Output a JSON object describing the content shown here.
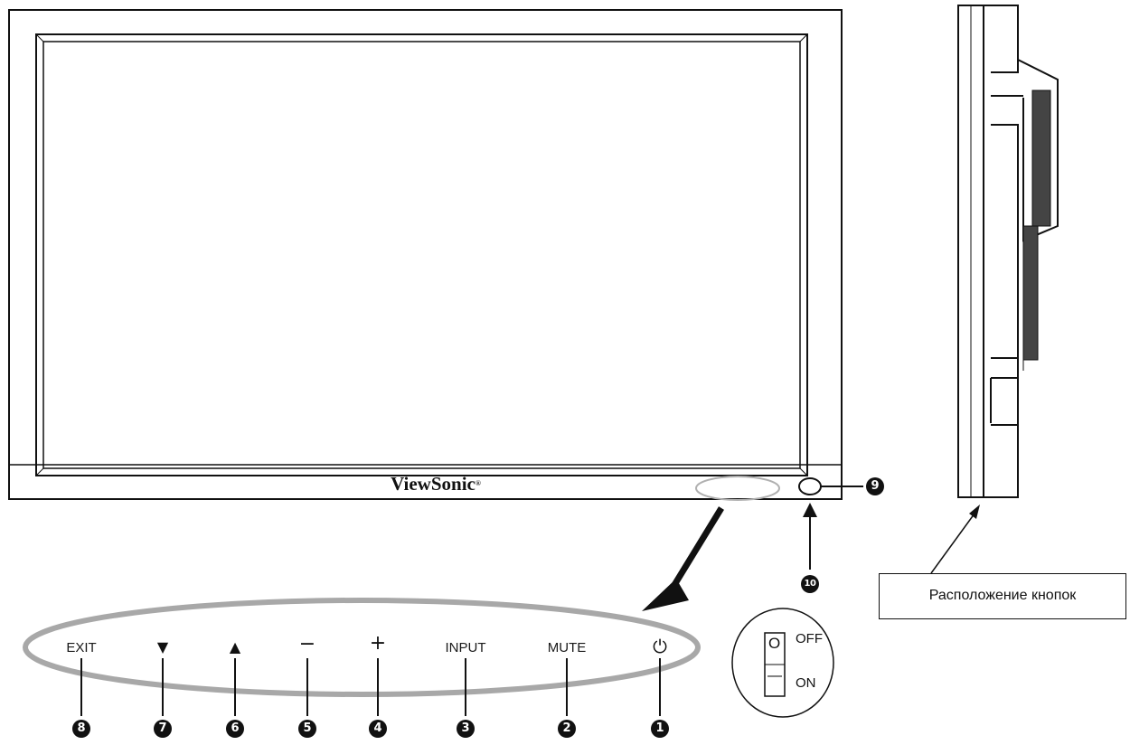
{
  "brand": {
    "name": "ViewSonic",
    "mark": "®"
  },
  "buttons": [
    {
      "label": "EXIT",
      "number": "8"
    },
    {
      "label": "▼",
      "number": "7"
    },
    {
      "label": "▲",
      "number": "6"
    },
    {
      "label": "−",
      "number": "5"
    },
    {
      "label": "+",
      "number": "4"
    },
    {
      "label": "INPUT",
      "number": "3"
    },
    {
      "label": "MUTE",
      "number": "2"
    },
    {
      "label": "⏻",
      "number": "1"
    }
  ],
  "sensor_number": "9",
  "switch": {
    "number": "10",
    "off_label": "OFF",
    "on_label": "ON",
    "off_mark": "O",
    "on_mark": "—"
  },
  "side_callout": "Расположение кнопок",
  "colors": {
    "stroke": "#111111",
    "oval": "#a8a8a8",
    "screen": "#ffffff"
  }
}
